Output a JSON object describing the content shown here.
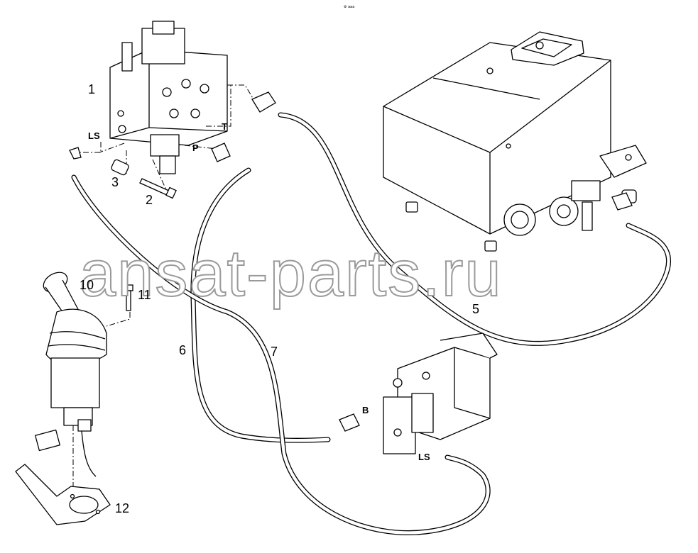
{
  "header": {
    "corner_mark": "⚙ ааа"
  },
  "watermark": "ansat-parts.ru",
  "callouts": {
    "c1": "1",
    "c2": "2",
    "c3": "3",
    "c5": "5",
    "c6": "6",
    "c7": "7",
    "c10": "10",
    "c11": "11",
    "c12": "12"
  },
  "ports": {
    "ls_valve": "LS",
    "t": "T",
    "p": "P",
    "b": "B",
    "ls_pump": "LS"
  },
  "components": [
    "control-valve-block",
    "bolt",
    "spacer",
    "hydraulic-tank",
    "hose-5",
    "hose-6",
    "hose-7",
    "joystick",
    "screw",
    "mounting-bracket",
    "hydraulic-pump"
  ]
}
